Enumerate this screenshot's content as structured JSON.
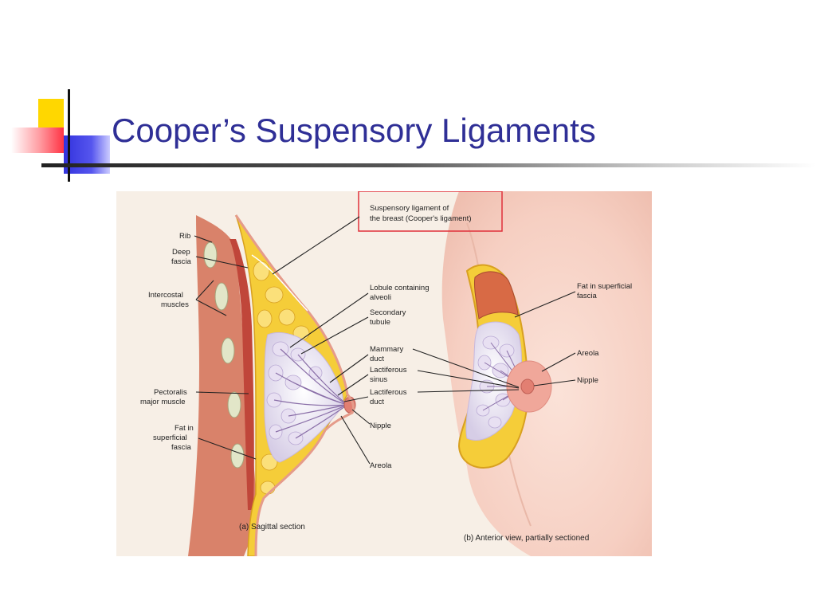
{
  "slide": {
    "title": "Cooper’s Suspensory Ligaments"
  },
  "figure": {
    "callout": {
      "line1": "Suspensory ligament of",
      "line2": "the breast (Cooper's ligament)",
      "border_color": "#e0303a"
    },
    "sagittal": {
      "caption": "(a) Sagittal section",
      "labels": {
        "rib": "Rib",
        "deep_fascia_1": "Deep",
        "deep_fascia_2": "fascia",
        "intercostal_1": "Intercostal",
        "intercostal_2": "muscles",
        "pectoralis_1": "Pectoralis",
        "pectoralis_2": "major muscle",
        "fat_1": "Fat in",
        "fat_2": "superficial",
        "fat_3": "fascia",
        "lobule_1": "Lobule containing",
        "lobule_2": "alveoli",
        "secondary_1": "Secondary",
        "secondary_2": "tubule",
        "mammary_1": "Mammary",
        "mammary_2": "duct",
        "sinus_1": "Lactiferous",
        "sinus_2": "sinus",
        "lduct_1": "Lactiferous",
        "lduct_2": "duct",
        "nipple": "Nipple",
        "areola": "Areola"
      }
    },
    "anterior": {
      "caption": "(b) Anterior view, partially sectioned",
      "labels": {
        "fat_1": "Fat in superficial",
        "fat_2": "fascia",
        "areola": "Areola",
        "nipple": "Nipple"
      }
    }
  },
  "colors": {
    "title": "#2f2f96",
    "deco_yellow": "#ffd700",
    "deco_red": "#ff3344",
    "deco_blue": "#3333dd"
  }
}
